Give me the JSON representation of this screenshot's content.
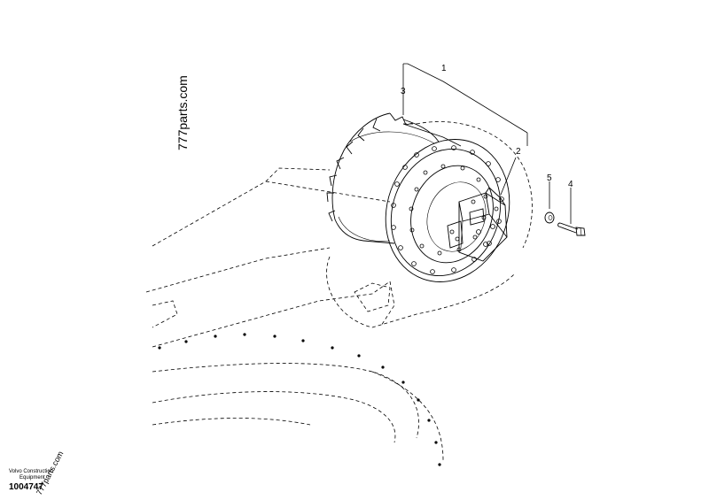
{
  "watermark": "777parts.com",
  "watermark_bottom": "777parts.com",
  "callouts": [
    "1",
    "2",
    "3",
    "4",
    "5"
  ],
  "footer": {
    "brand_line1": "Volvo Construction",
    "brand_line2": "Equipment",
    "drawing_number": "1004747"
  }
}
